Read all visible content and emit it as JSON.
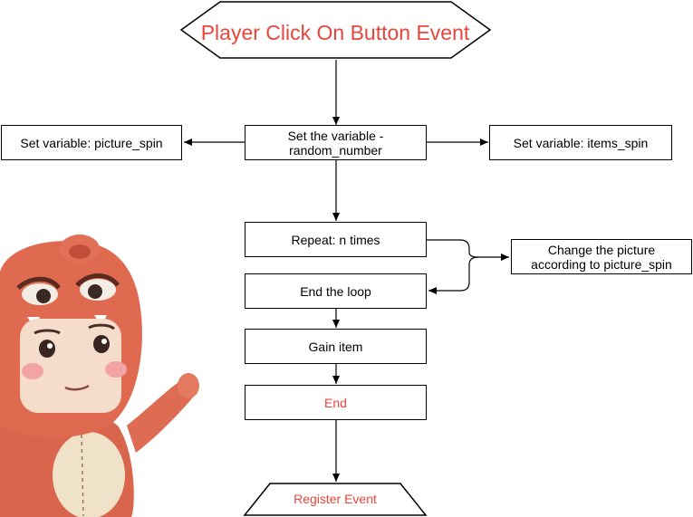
{
  "diagram": {
    "start_event": "Player Click On Button Event",
    "set_random": "Set the variable - random_number",
    "set_picture": "Set variable: picture_spin",
    "set_items": "Set variable: items_spin",
    "repeat": "Repeat: n times",
    "change_picture": "Change the picture according to picture_spin",
    "end_loop": "End the loop",
    "gain_item": "Gain item",
    "end": "End",
    "register_event": "Register Event"
  },
  "colors": {
    "accent_text": "#e8453c",
    "character_fur": "#e0694f",
    "character_face": "#f6dccb"
  },
  "decoration": {
    "character_icon": "bear-costume-character-illustration"
  }
}
